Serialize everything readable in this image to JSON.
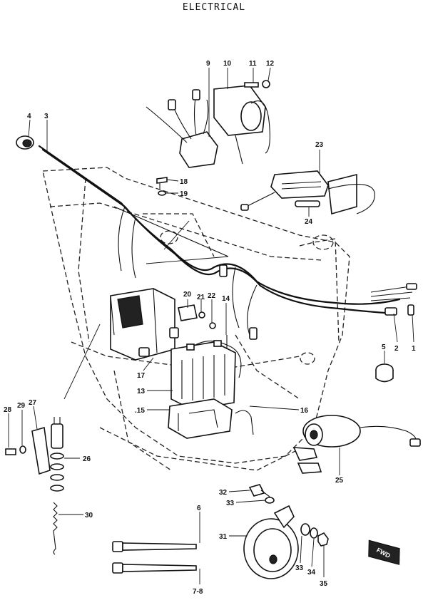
{
  "title": "ELECTRICAL",
  "callouts": [
    {
      "id": "c1",
      "text": "1"
    },
    {
      "id": "c2",
      "text": "2"
    },
    {
      "id": "c3",
      "text": "3"
    },
    {
      "id": "c4",
      "text": "4"
    },
    {
      "id": "c5",
      "text": "5"
    },
    {
      "id": "c6",
      "text": "6"
    },
    {
      "id": "c78",
      "text": "7-8"
    },
    {
      "id": "c9",
      "text": "9"
    },
    {
      "id": "c10",
      "text": "10"
    },
    {
      "id": "c11",
      "text": "11"
    },
    {
      "id": "c12",
      "text": "12"
    },
    {
      "id": "c13",
      "text": "13"
    },
    {
      "id": "c14",
      "text": "14"
    },
    {
      "id": "c15",
      "text": ".15"
    },
    {
      "id": "c16",
      "text": "16"
    },
    {
      "id": "c17",
      "text": "17"
    },
    {
      "id": "c18",
      "text": "18"
    },
    {
      "id": "c19",
      "text": "19"
    },
    {
      "id": "c20",
      "text": "20"
    },
    {
      "id": "c21",
      "text": "21"
    },
    {
      "id": "c22",
      "text": "22"
    },
    {
      "id": "c23",
      "text": "23"
    },
    {
      "id": "c24",
      "text": "24"
    },
    {
      "id": "c25",
      "text": "25"
    },
    {
      "id": "c26",
      "text": "26"
    },
    {
      "id": "c27",
      "text": "27"
    },
    {
      "id": "c28",
      "text": "28"
    },
    {
      "id": "c29",
      "text": "29"
    },
    {
      "id": "c30",
      "text": "30"
    },
    {
      "id": "c31",
      "text": "31"
    },
    {
      "id": "c32",
      "text": "32"
    },
    {
      "id": "c33a",
      "text": "33"
    },
    {
      "id": "c33b",
      "text": "33"
    },
    {
      "id": "c34",
      "text": "34"
    },
    {
      "id": "c35",
      "text": "35"
    }
  ],
  "direction_badge": "FWD"
}
